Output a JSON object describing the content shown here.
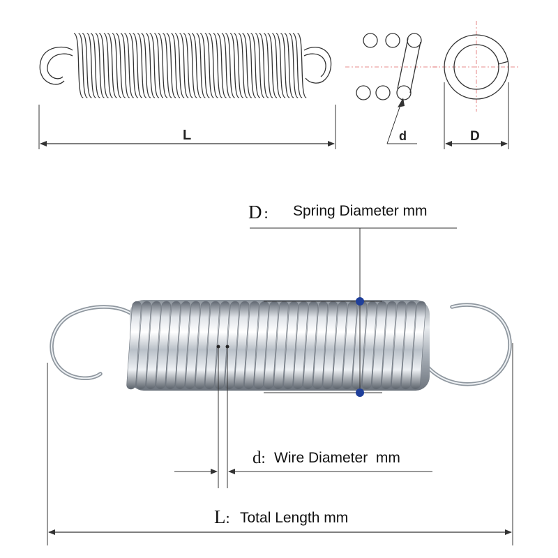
{
  "top_diagram": {
    "length_symbol": "L",
    "wire_symbol": "d",
    "diameter_symbol": "D"
  },
  "annotations": {
    "spring_diameter": {
      "symbol": "D",
      "separator": ":",
      "text": "Spring Diameter mm"
    },
    "wire_diameter": {
      "symbol": "d",
      "separator": ":",
      "text": "Wire Diameter  mm"
    },
    "total_length": {
      "symbol": "L",
      "separator": ":",
      "text": "Total Length mm"
    }
  },
  "colors": {
    "line": "#333333",
    "marker": "#1f3f9a",
    "centerline": "#e06666",
    "steel_light": "#f4f6f8",
    "steel_dark": "#7c8691"
  }
}
